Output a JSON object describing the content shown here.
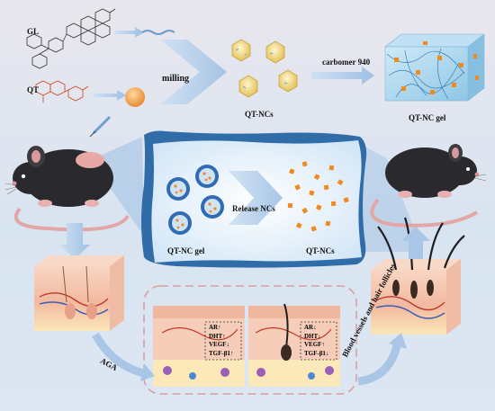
{
  "labels": {
    "gl": "GL",
    "qt": "QT",
    "milling": "milling",
    "carbomer": "carbomer 940",
    "qt_ncs_top": "QT-NCs",
    "qt_nc_gel_top": "QT-NC gel",
    "release": "Release NCs",
    "qt_nc_gel_mid": "QT-NC gel",
    "qt_ncs_mid": "QT-NCs",
    "aga": "AGA",
    "outcome": "Blood vessels and hair follicles"
  },
  "markers_left": [
    "AR↑",
    "DHT↑",
    "VEGF↓",
    "TGF-β1↑"
  ],
  "markers_right": [
    "AR↓",
    "DHT↓",
    "VEGF↑",
    "TGF-β1↓"
  ],
  "colors": {
    "arrow": "#a9c6e6",
    "nanocrystal": "#f08a1e",
    "capsule": "#2f6cb3",
    "gel_mesh": "#5aa6d6",
    "mouse": "#2a2a2e",
    "skin": "#f3c7b3"
  }
}
